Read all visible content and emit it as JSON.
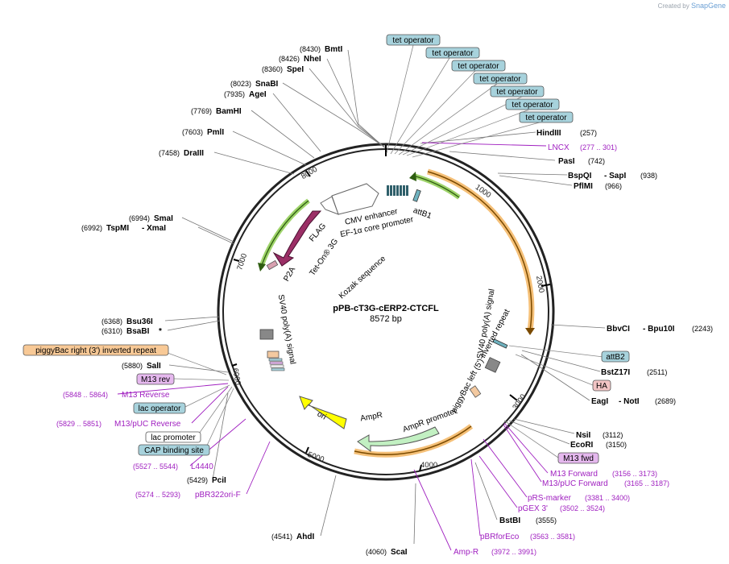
{
  "credit": {
    "prefix": "Created by",
    "brand": "SnapGene"
  },
  "plasmid": {
    "name": "pPB-cT3G-cERP2-CTCFL",
    "size": "8572 bp"
  },
  "ticks": [
    "1000",
    "2000",
    "3000",
    "4000",
    "5000",
    "6000",
    "7000",
    "8000"
  ],
  "sites": [
    {
      "pos": "(8430)",
      "name": "BmtI"
    },
    {
      "pos": "(8426)",
      "name": "NheI"
    },
    {
      "pos": "(8360)",
      "name": "SpeI"
    },
    {
      "pos": "(8023)",
      "name": "SnaBI"
    },
    {
      "pos": "(7935)",
      "name": "AgeI"
    },
    {
      "pos": "(7769)",
      "name": "BamHI"
    },
    {
      "pos": "(7603)",
      "name": "PmlI"
    },
    {
      "pos": "(7458)",
      "name": "DraIII"
    },
    {
      "pos": "(6994)",
      "name": "SmaI"
    },
    {
      "pos": "(6992)",
      "name": "TspMI",
      "name2": "- XmaI"
    },
    {
      "pos": "(6368)",
      "name": "Bsu36I"
    },
    {
      "pos": "(6310)",
      "name": "BsaBI",
      "name2": "*"
    },
    {
      "pos": "(5880)",
      "name": "SalI"
    },
    {
      "pos": "(5429)",
      "name": "PciI"
    },
    {
      "pos": "(4541)",
      "name": "AhdI"
    },
    {
      "pos": "(4060)",
      "name": "ScaI"
    },
    {
      "pos": "(257)",
      "name": "HindIII"
    },
    {
      "pos": "(742)",
      "name": "PasI"
    },
    {
      "pos": "(938)",
      "name": "BspQI",
      "name2": "- SapI"
    },
    {
      "pos": "(966)",
      "name": "PflMI"
    },
    {
      "pos": "(2243)",
      "name": "BbvCI",
      "name2": "- Bpu10I"
    },
    {
      "pos": "(2511)",
      "name": "BstZ17I"
    },
    {
      "pos": "(2689)",
      "name": "EagI",
      "name2": "- NotI"
    },
    {
      "pos": "(3112)",
      "name": "NsiI"
    },
    {
      "pos": "(3150)",
      "name": "EcoRI"
    },
    {
      "pos": "(3555)",
      "name": "BstBI"
    }
  ],
  "primers": [
    {
      "name": "LNCX",
      "range": "(277 .. 301)"
    },
    {
      "name": "M13 Forward",
      "range": "(3156 .. 3173)"
    },
    {
      "name": "M13/pUC Forward",
      "range": "(3165 .. 3187)"
    },
    {
      "name": "pRS-marker",
      "range": "(3381 .. 3400)"
    },
    {
      "name": "pGEX 3'",
      "range": "(3502 .. 3524)"
    },
    {
      "name": "pBRforEco",
      "range": "(3563 .. 3581)"
    },
    {
      "name": "Amp-R",
      "range": "(3972 .. 3991)"
    },
    {
      "name": "M13 Reverse",
      "range": "(5848 .. 5864)"
    },
    {
      "name": "M13/pUC Reverse",
      "range": "(5829 .. 5851)"
    },
    {
      "name": "L4440",
      "range": "(5527 .. 5544)"
    },
    {
      "name": "pBR322ori-F",
      "range": "(5274 .. 5293)"
    }
  ],
  "boxed": [
    {
      "label": "tet operator"
    },
    {
      "label": "tet operator"
    },
    {
      "label": "tet operator"
    },
    {
      "label": "tet operator"
    },
    {
      "label": "tet operator"
    },
    {
      "label": "tet operator"
    },
    {
      "label": "tet operator"
    },
    {
      "label": "attB2"
    },
    {
      "label": "HA"
    },
    {
      "label": "M13 fwd"
    },
    {
      "label": "piggyBac right (3') inverted repeat"
    },
    {
      "label": "M13 rev"
    },
    {
      "label": "lac operator"
    },
    {
      "label": "lac promoter"
    },
    {
      "label": "CAP binding site"
    }
  ],
  "inner_labels": {
    "cmv": "CMV enhancer",
    "ef1a": "EF-1α core promoter",
    "attb1": "attB1",
    "flag": "FLAG",
    "tet3g": "Tet-On® 3G",
    "kozak": "Kozak sequence",
    "p2a": "P2A",
    "sv40_left": "SV40 poly(A) signal",
    "sv40_right": "SV40 poly(A) signal",
    "pb_left": "piggyBac left (5') inverted repeat",
    "ampr_prom": "AmpR promoter",
    "ampr": "AmpR",
    "ori": "ori"
  },
  "colors": {
    "backbone": "#1a1a1a",
    "enzyme": "#000000",
    "primer": "#a020c0",
    "tet_operator": "#a7d2dc",
    "pb_repeat": "#f8c996",
    "m13_box": "#e5b8ee",
    "ha_box": "#f2c4c4",
    "orange_feature": "#f0a030",
    "green_feature": "#88cc44",
    "tet3g": "#9b2f66",
    "ampr": "#c2f0c2",
    "ori": "#ffff00"
  }
}
